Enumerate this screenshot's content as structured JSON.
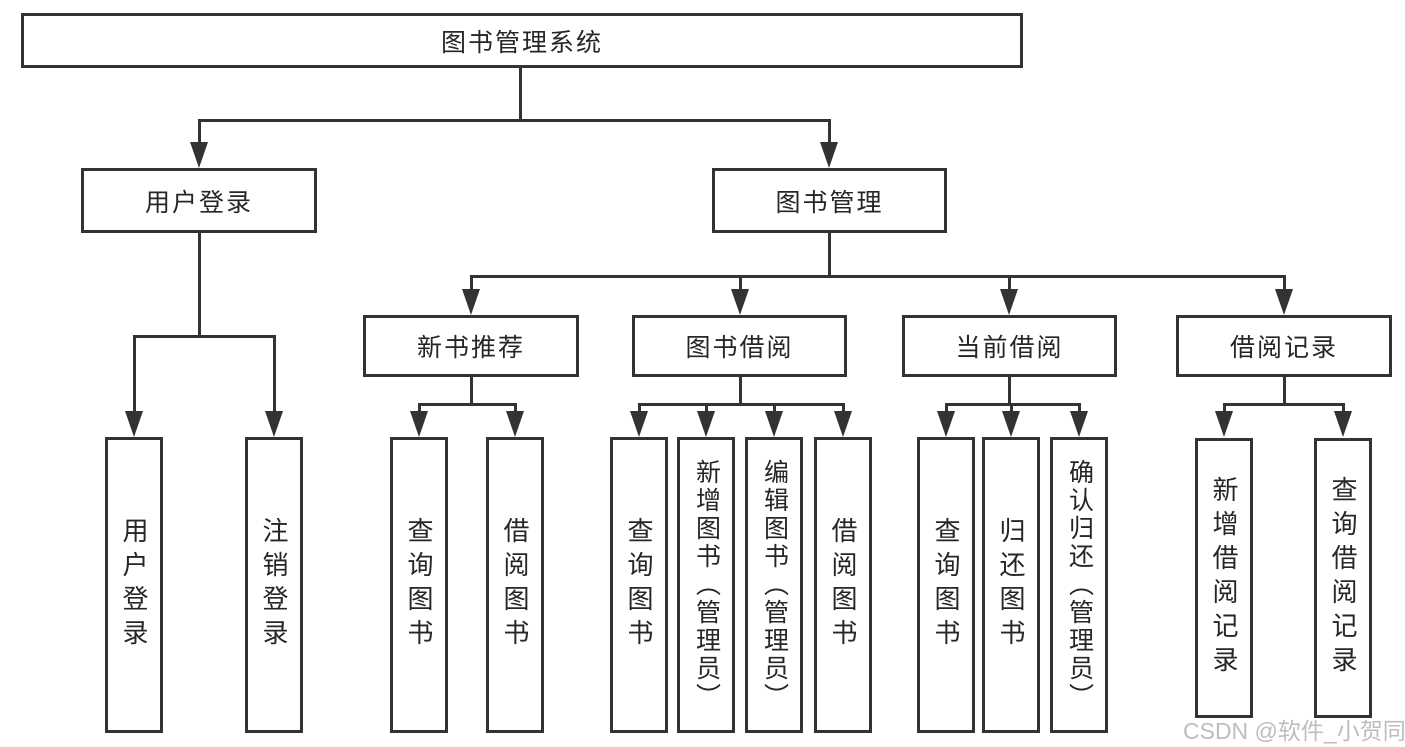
{
  "title": {
    "label": "图书管理系统"
  },
  "level2": [
    {
      "label": "用户登录"
    },
    {
      "label": "图书管理"
    }
  ],
  "level3": [
    {
      "label": "新书推荐"
    },
    {
      "label": "图书借阅"
    },
    {
      "label": "当前借阅"
    },
    {
      "label": "借阅记录"
    }
  ],
  "leaves": {
    "user_login": [
      "用户登录",
      "注销登录"
    ],
    "new_recommend": [
      "查询图书",
      "借阅图书"
    ],
    "book_borrow": [
      "查询图书",
      "新增图书（管理员）",
      "编辑图书（管理员）",
      "借阅图书"
    ],
    "current_borrow": [
      "查询图书",
      "归还图书",
      "确认归还（管理员）"
    ],
    "borrow_records": [
      "新增借阅记录",
      "查询借阅记录"
    ]
  },
  "watermark": "CSDN @软件_小贺同学",
  "colors": {
    "line": "#333333",
    "text": "#262626",
    "background": "#ffffff",
    "watermark": "#bdbdbd"
  }
}
